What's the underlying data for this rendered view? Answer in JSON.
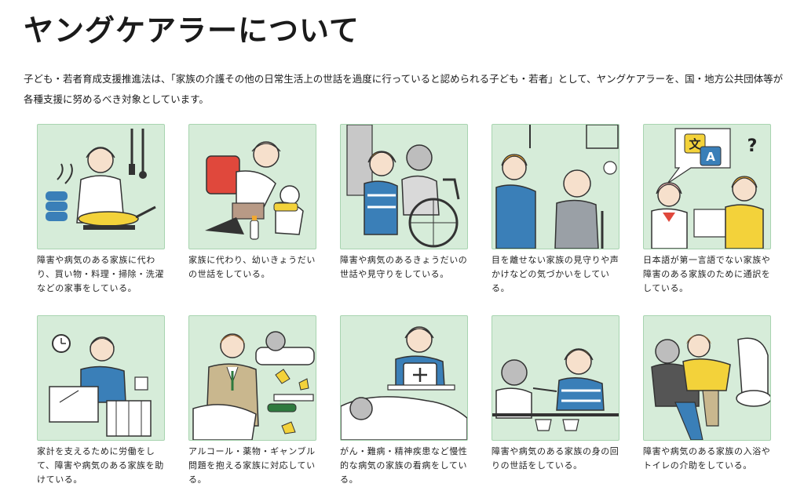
{
  "page": {
    "title": "ヤングケアラーについて",
    "intro": "子ども・若者育成支援推進法は、「家族の介護その他の日常生活上の世話を過度に行っていると認められる子ども・若者」として、ヤングケアラーを、国・地方公共団体等が各種支援に努めるべき対象としています。"
  },
  "cards": [
    {
      "caption": "障害や病気のある家族に代わり、買い物・料理・掃除・洗濯などの家事をしている。",
      "icon": "cooking-illustration-icon"
    },
    {
      "caption": "家族に代わり、幼いきょうだいの世話をしている。",
      "icon": "sibling-care-illustration-icon"
    },
    {
      "caption": "障害や病気のあるきょうだいの世話や見守りをしている。",
      "icon": "wheelchair-illustration-icon"
    },
    {
      "caption": "目を離せない家族の見守りや声かけなどの気づかいをしている。",
      "icon": "elderly-watch-illustration-icon"
    },
    {
      "caption": "日本語が第一言語でない家族や障害のある家族のために通訳をしている。",
      "icon": "interpreting-illustration-icon",
      "badges": [
        "文",
        "A",
        "?"
      ]
    },
    {
      "caption": "家計を支えるために労働をして、障害や病気のある家族を助けている。",
      "icon": "working-illustration-icon"
    },
    {
      "caption": "アルコール・薬物・ギャンブル問題を抱える家族に対応している。",
      "icon": "addiction-illustration-icon"
    },
    {
      "caption": "がん・難病・精神疾患など慢性的な病気の家族の看病をしている。",
      "icon": "nursing-illustration-icon"
    },
    {
      "caption": "障害や病気のある家族の身の回りの世話をしている。",
      "icon": "feeding-illustration-icon"
    },
    {
      "caption": "障害や病気のある家族の入浴やトイレの介助をしている。",
      "icon": "toilet-assist-illustration-icon"
    }
  ],
  "colors": {
    "card_bg": "#d6ecd9",
    "card_border": "#a8d4b0",
    "accent_blue": "#3a7fb8",
    "accent_yellow": "#f3d23a",
    "accent_orange": "#f0a830",
    "accent_pink": "#f2b8b4"
  }
}
